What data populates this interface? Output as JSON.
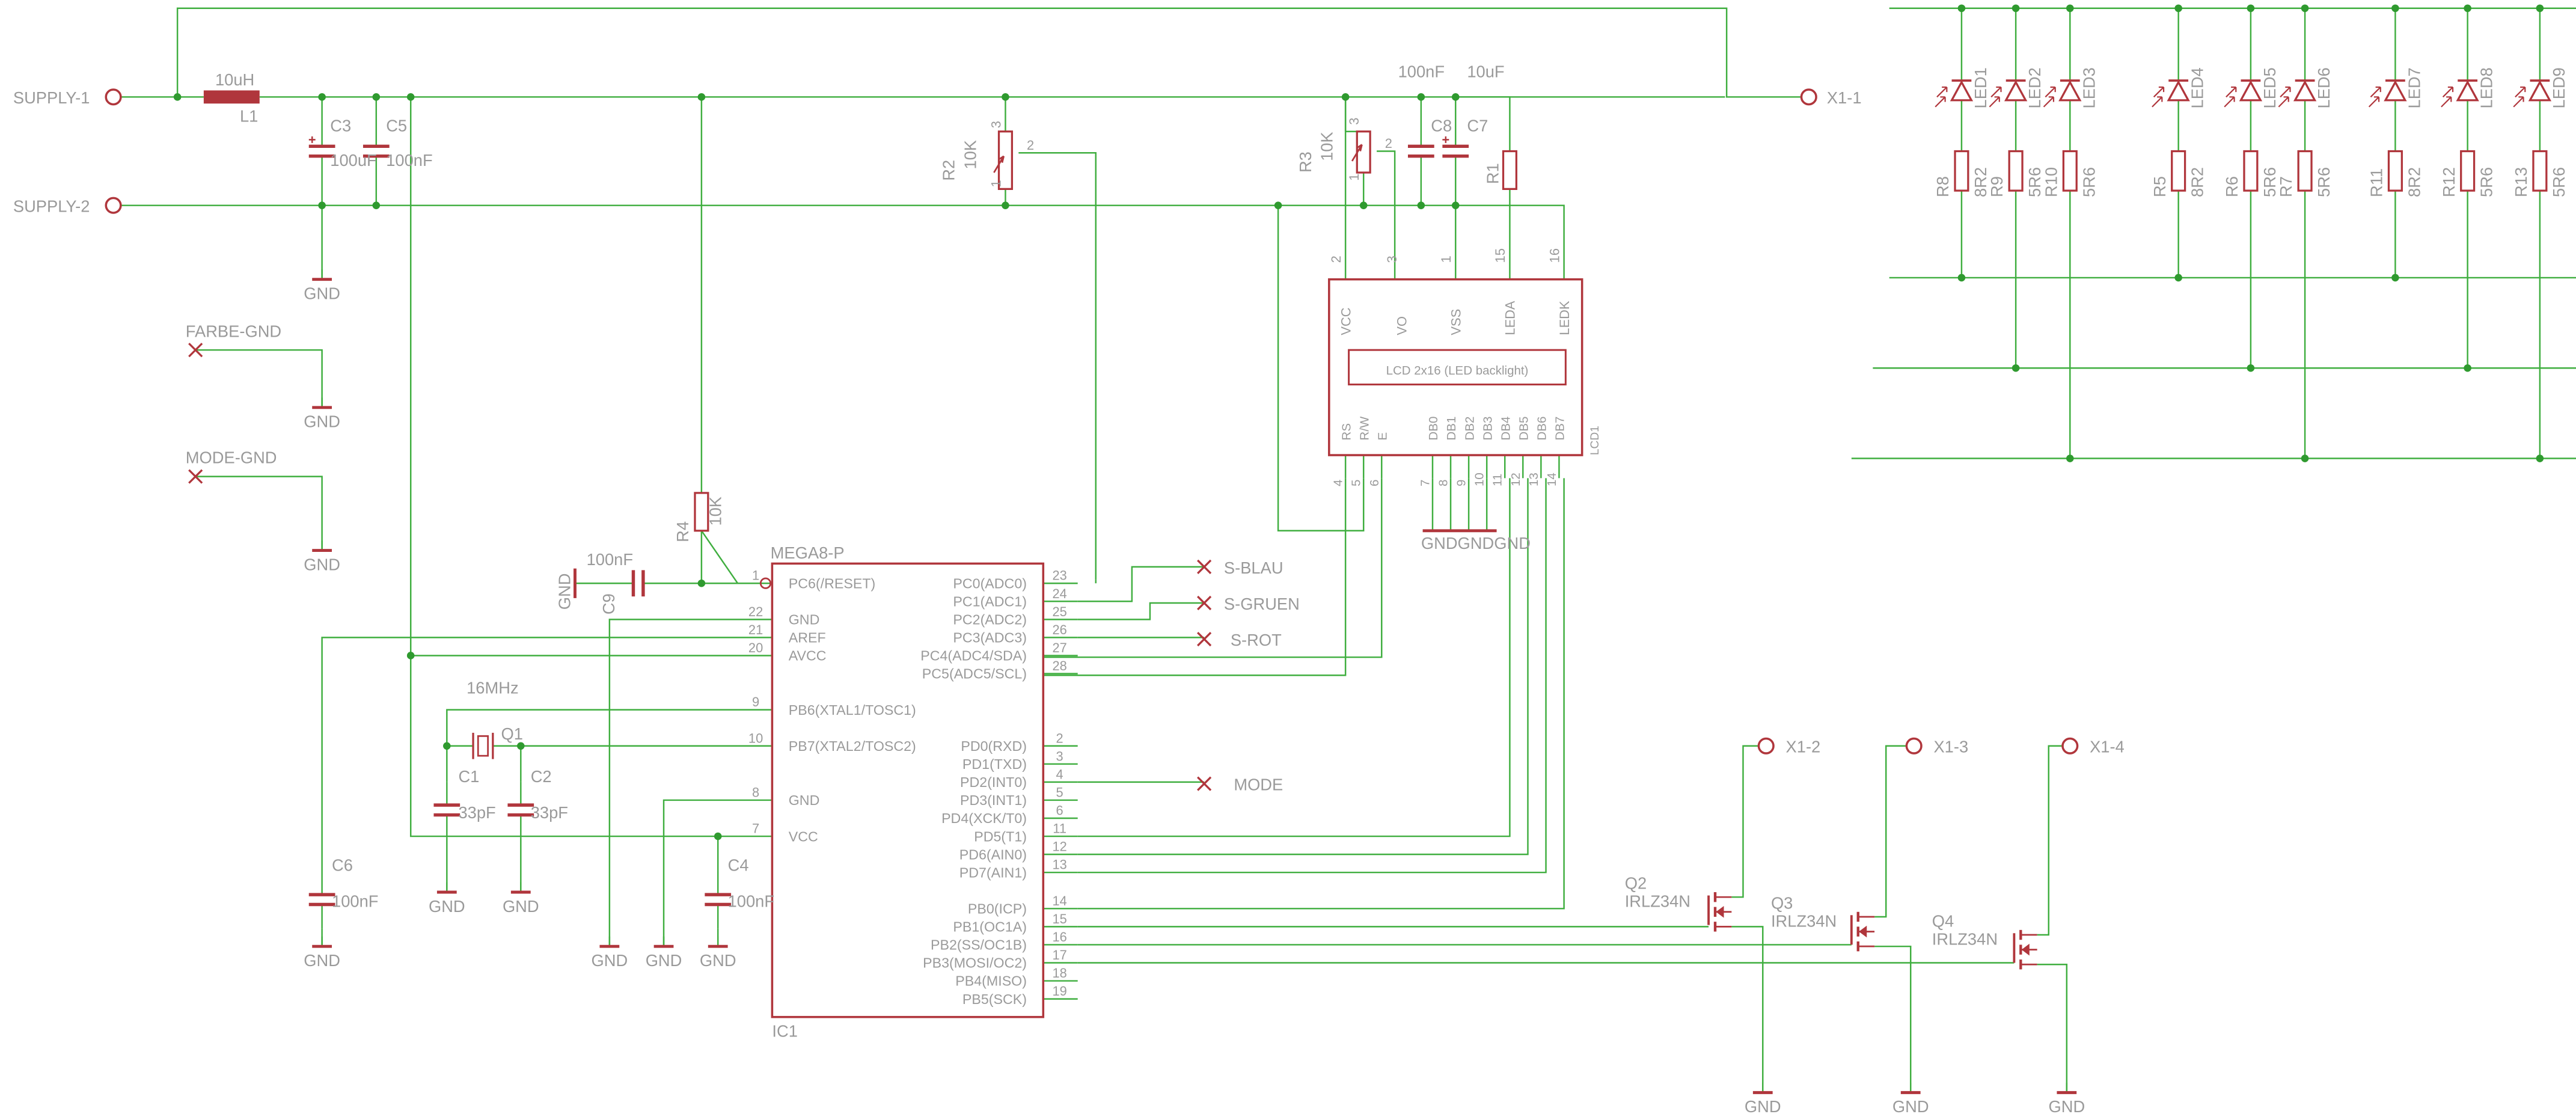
{
  "colors": {
    "background": "#ffffff",
    "wire": "#3fae3f",
    "junction": "#2f9a2f",
    "symbol": "#b0363c",
    "text": "#9a9a9a"
  },
  "supply": {
    "supply1": "SUPPLY-1",
    "supply2": "SUPPLY-2",
    "x1_1": "X1-1",
    "l1_value": "10uH",
    "l1_name": "L1",
    "c3_name": "C3",
    "c3_value": "100uF",
    "c5_name": "C5",
    "c5_value": "100nF"
  },
  "connectors": {
    "farbe_gnd": "FARBE-GND",
    "mode_gnd": "MODE-GND",
    "x1_2": "X1-2",
    "x1_3": "X1-3",
    "x1_4": "X1-4"
  },
  "gnd": "GND",
  "pots": {
    "r2_name": "R2",
    "r2_value": "10K",
    "r3_name": "R3",
    "r3_value": "10K",
    "pin1": "1",
    "pin2": "2",
    "pin3": "3"
  },
  "lcd": {
    "c8_name": "C8",
    "c7_name": "C7",
    "c8_value": "100nF",
    "c7_value": "10uF",
    "r1_name": "R1",
    "label": "LCD 2x16 (LED backlight)",
    "ref": "LCD1",
    "top_pins": [
      {
        "name": "VCC",
        "num": "2"
      },
      {
        "name": "VO",
        "num": "3"
      },
      {
        "name": "VSS",
        "num": "1"
      },
      {
        "name": "LEDA",
        "num": "15"
      },
      {
        "name": "LEDK",
        "num": "16"
      }
    ],
    "bottom_pins": [
      {
        "name": "RS",
        "num": "4"
      },
      {
        "name": "R/W",
        "num": "5"
      },
      {
        "name": "E",
        "num": "6"
      },
      {
        "name": "DB0",
        "num": "7"
      },
      {
        "name": "DB1",
        "num": "8"
      },
      {
        "name": "DB2",
        "num": "9"
      },
      {
        "name": "DB3",
        "num": "10"
      },
      {
        "name": "DB4",
        "num": "11"
      },
      {
        "name": "DB5",
        "num": "12"
      },
      {
        "name": "DB6",
        "num": "13"
      },
      {
        "name": "DB7",
        "num": "14"
      }
    ],
    "gnd_stack": "GNDGNDGND"
  },
  "mcu": {
    "name": "MEGA8-P",
    "ref": "IC1",
    "c9_value": "100nF",
    "c9_name": "C9",
    "r4_name": "R4",
    "r4_value": "10K",
    "crystal_freq": "16MHz",
    "q1_name": "Q1",
    "c1_name": "C1",
    "c1_value": "33pF",
    "c2_name": "C2",
    "c2_value": "33pF",
    "c6_name": "C6",
    "c6_value": "100nF",
    "c4_name": "C4",
    "c4_value": "100nF",
    "left_pins": [
      {
        "name": "PC6(/RESET)",
        "num": "1"
      },
      {
        "name": "GND",
        "num": "22"
      },
      {
        "name": "AREF",
        "num": "21"
      },
      {
        "name": "AVCC",
        "num": "20"
      },
      {
        "name": "PB6(XTAL1/TOSC1)",
        "num": "9"
      },
      {
        "name": "PB7(XTAL2/TOSC2)",
        "num": "10"
      },
      {
        "name": "GND",
        "num": "8"
      },
      {
        "name": "VCC",
        "num": "7"
      }
    ],
    "right_pins": [
      {
        "name": "PC0(ADC0)",
        "num": "23"
      },
      {
        "name": "PC1(ADC1)",
        "num": "24"
      },
      {
        "name": "PC2(ADC2)",
        "num": "25"
      },
      {
        "name": "PC3(ADC3)",
        "num": "26"
      },
      {
        "name": "PC4(ADC4/SDA)",
        "num": "27"
      },
      {
        "name": "PC5(ADC5/SCL)",
        "num": "28"
      },
      {
        "name": "PD0(RXD)",
        "num": "2"
      },
      {
        "name": "PD1(TXD)",
        "num": "3"
      },
      {
        "name": "PD2(INT0)",
        "num": "4"
      },
      {
        "name": "PD3(INT1)",
        "num": "5"
      },
      {
        "name": "PD4(XCK/T0)",
        "num": "6"
      },
      {
        "name": "PD5(T1)",
        "num": "11"
      },
      {
        "name": "PD6(AIN0)",
        "num": "12"
      },
      {
        "name": "PD7(AIN1)",
        "num": "13"
      },
      {
        "name": "PB0(ICP)",
        "num": "14"
      },
      {
        "name": "PB1(OC1A)",
        "num": "15"
      },
      {
        "name": "PB2(SS/OC1B)",
        "num": "16"
      },
      {
        "name": "PB3(MOSI/OC2)",
        "num": "17"
      },
      {
        "name": "PB4(MISO)",
        "num": "18"
      },
      {
        "name": "PB5(SCK)",
        "num": "19"
      }
    ]
  },
  "signals": {
    "s_blau": "S-BLAU",
    "s_gruen": "S-GRUEN",
    "s_rot": "S-ROT",
    "mode": "MODE"
  },
  "mosfets": [
    {
      "name": "Q2",
      "type": "IRLZ34N"
    },
    {
      "name": "Q3",
      "type": "IRLZ34N"
    },
    {
      "name": "Q4",
      "type": "IRLZ34N"
    }
  ],
  "leds": [
    {
      "led": "LED1",
      "res": "R8",
      "val": "8R2"
    },
    {
      "led": "LED2",
      "res": "R9",
      "val": "5R6"
    },
    {
      "led": "LED3",
      "res": "R10",
      "val": "5R6"
    },
    {
      "led": "LED4",
      "res": "R5",
      "val": "8R2"
    },
    {
      "led": "LED5",
      "res": "R6",
      "val": "5R6"
    },
    {
      "led": "LED6",
      "res": "R7",
      "val": "5R6"
    },
    {
      "led": "LED7",
      "res": "R11",
      "val": "8R2"
    },
    {
      "led": "LED8",
      "res": "R12",
      "val": "5R6"
    },
    {
      "led": "LED9",
      "res": "R13",
      "val": "5R6"
    }
  ]
}
